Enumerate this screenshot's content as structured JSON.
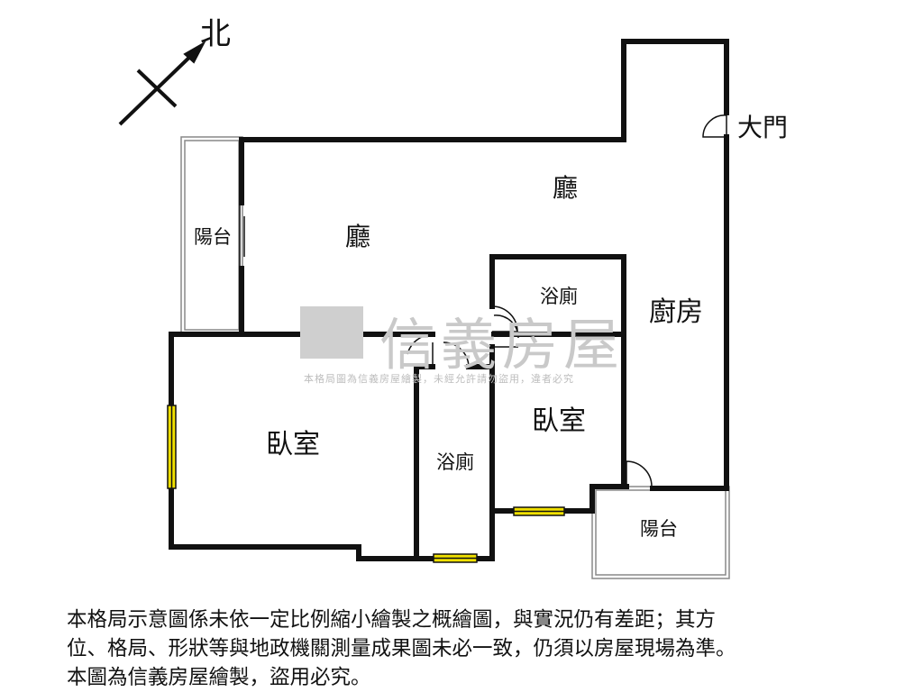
{
  "compass": {
    "label": "北"
  },
  "entrance": {
    "label": "大門"
  },
  "rooms": {
    "living_right": "廳",
    "living_left": "廳",
    "balcony_left": "陽台",
    "bath_upper": "浴廁",
    "kitchen": "廚房",
    "bedroom_left": "臥室",
    "bedroom_right": "臥室",
    "bath_lower": "浴廁",
    "balcony_right": "陽台"
  },
  "watermark": {
    "brand": "信義房屋",
    "notice": "本格局圖為信義房屋繪製，未經允許請勿盜用，違者必究"
  },
  "disclaimer": {
    "line1": "本格局示意圖係未依一定比例縮小繪製之概繪圖，與實況仍有差距；其方",
    "line2": "位、格局、形狀等與地政機關測量成果圖未必一致，仍須以房屋現場為準。",
    "line3": "本圖為信義房屋繪製，盜用必究。"
  },
  "colors": {
    "wall": "#111111",
    "window": "#f0e000",
    "watermark": "#c9c9c9"
  }
}
